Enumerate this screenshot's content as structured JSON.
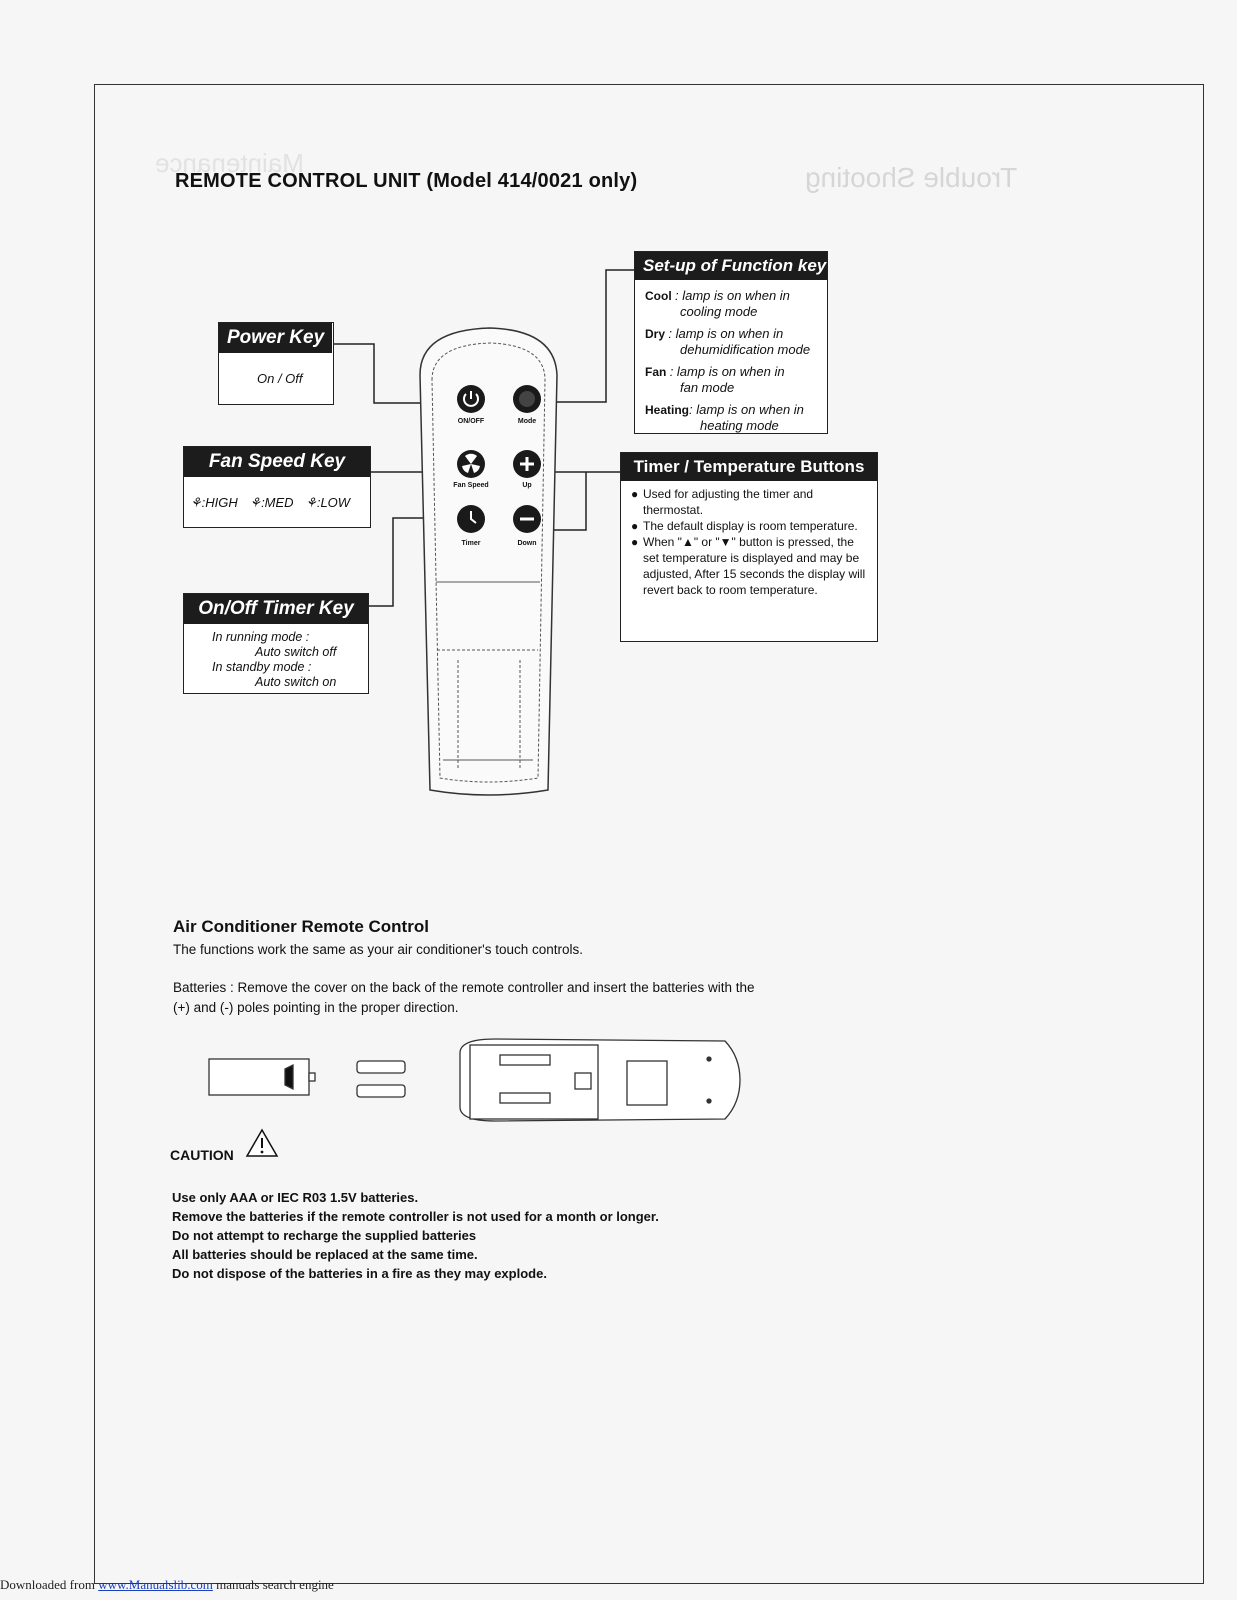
{
  "page_title": "REMOTE CONTROL UNIT  (Model 414/0021 only)",
  "power_key": {
    "label": "Power Key",
    "desc": "On / Off"
  },
  "fan_speed_key": {
    "label": "Fan Speed Key",
    "high": ":HIGH",
    "med": ":MED",
    "low": ":LOW"
  },
  "timer_key": {
    "label": "On/Off Timer Key",
    "line1": "In running mode :",
    "line2": "Auto switch off",
    "line3": "In standby mode :",
    "line4": "Auto switch on"
  },
  "function_key": {
    "label": "Set-up of Function key",
    "items": [
      {
        "name": "Cool",
        "desc1": ": lamp is on when in",
        "desc2": "cooling mode"
      },
      {
        "name": "Dry",
        "desc1": ": lamp is on when in",
        "desc2": "dehumidification mode"
      },
      {
        "name": "Fan",
        "desc1": ": lamp is on when in",
        "desc2": "fan mode"
      },
      {
        "name": "Heating",
        "desc1": ": lamp is on when in",
        "desc2": "heating mode"
      }
    ]
  },
  "timer_temp": {
    "label": "Timer / Temperature Buttons",
    "b1": "Used for adjusting the timer and thermostat.",
    "b2": "The default display is room temperature.",
    "b3": "When \"▲\" or \"▼\" button is pressed, the set temperature is displayed and may be adjusted, After 15 seconds the display will revert back to room temperature."
  },
  "remote_buttons": {
    "onoff": "ON/OFF",
    "mode": "Mode",
    "fan": "Fan Speed",
    "up": "Up",
    "timer": "Timer",
    "down": "Down"
  },
  "section_heading": "Air Conditioner Remote Control",
  "section_text": "The functions work the same as your air conditioner's touch controls.",
  "batteries_text_1": "Batteries : Remove the cover on the back of the remote controller and insert the batteries with the",
  "batteries_text_2": "(+) and (-) poles pointing in the proper direction.",
  "caution_label": "CAUTION",
  "caution_lines": [
    "Use only AAA or IEC R03 1.5V batteries.",
    "Remove the batteries if the remote controller is not used for a month or longer.",
    "Do not attempt to recharge the supplied batteries",
    "All batteries should be replaced at the same time.",
    "Do not dispose of the batteries in a fire as they may explode."
  ],
  "footer": {
    "prefix": "Downloaded from ",
    "link": "www.Manualslib.com",
    "suffix": "  manuals search engine"
  },
  "colors": {
    "label_bg": "#1c1c1c",
    "link": "#1a3fbf"
  }
}
